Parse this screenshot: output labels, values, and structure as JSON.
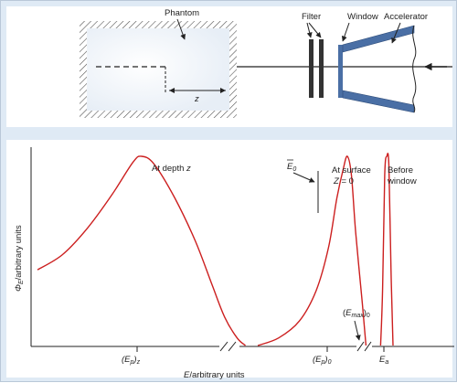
{
  "colors": {
    "background": "#dfeaf5",
    "panel": "#ffffff",
    "curve": "#cc1f1f",
    "accelerator": "#4a6fa5",
    "ink": "#222222"
  },
  "schematic": {
    "phantom_label": "Phantom",
    "filter_label": "Filter",
    "window_label": "Window",
    "accelerator_label": "Accelerator",
    "depth_label": "z"
  },
  "chart_data": {
    "type": "line",
    "xlabel": "E/arbitrary units",
    "ylabel": "Φ_E/arbitrary units",
    "ticks": {
      "ep_z": "(E_p)_z",
      "ep_0": "(E_p)_0",
      "e_a": "E_a"
    },
    "annotations": {
      "depth": "At depth z",
      "surface_1": "At surface",
      "surface_2": "Z = 0",
      "window_1": "Before",
      "window_2": "window",
      "mean_e0": "E̅_0",
      "emax": "(E_max)_0"
    },
    "series": [
      {
        "points": [
          [
            0.0,
            0.4
          ],
          [
            0.06,
            0.48
          ],
          [
            0.12,
            0.62
          ],
          [
            0.18,
            0.8
          ],
          [
            0.23,
            0.97
          ],
          [
            0.25,
            1.0
          ],
          [
            0.28,
            0.96
          ],
          [
            0.33,
            0.78
          ],
          [
            0.38,
            0.55
          ],
          [
            0.42,
            0.32
          ],
          [
            0.45,
            0.15
          ],
          [
            0.48,
            0.04
          ],
          [
            0.5,
            0.0
          ]
        ]
      },
      {
        "points": [
          [
            0.53,
            0.0
          ],
          [
            0.58,
            0.04
          ],
          [
            0.63,
            0.13
          ],
          [
            0.67,
            0.29
          ],
          [
            0.7,
            0.52
          ],
          [
            0.72,
            0.78
          ],
          [
            0.735,
            0.93
          ],
          [
            0.745,
            1.0
          ],
          [
            0.755,
            0.9
          ],
          [
            0.765,
            0.6
          ],
          [
            0.78,
            0.25
          ],
          [
            0.79,
            0.0
          ]
        ]
      },
      {
        "points": [
          [
            0.825,
            0.0
          ],
          [
            0.83,
            0.3
          ],
          [
            0.835,
            0.9
          ],
          [
            0.84,
            1.0
          ],
          [
            0.845,
            0.95
          ],
          [
            0.85,
            0.4
          ],
          [
            0.855,
            0.0
          ]
        ]
      }
    ]
  }
}
